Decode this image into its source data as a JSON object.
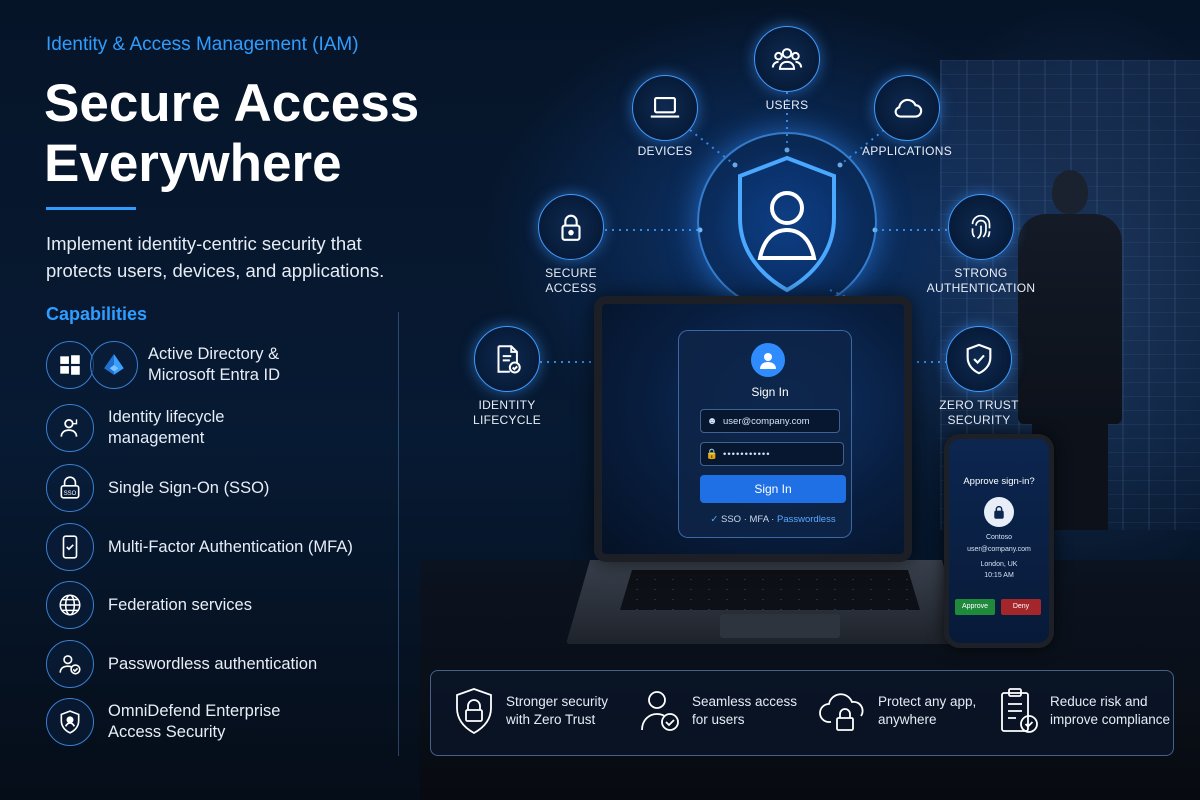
{
  "header": {
    "eyebrow": "Identity & Access Management (IAM)",
    "headline_line1": "Secure Access",
    "headline_line2": "Everywhere",
    "intro": "Implement identity-centric security that protects users, devices, and applications."
  },
  "capabilities": {
    "title": "Capabilities",
    "items": [
      {
        "label_line1": "Active Directory &",
        "label_line2": "Microsoft Entra ID",
        "icons": [
          "windows-icon",
          "entra-icon"
        ]
      },
      {
        "label_line1": "Identity lifecycle",
        "label_line2": "management",
        "icons": [
          "user-sync-icon"
        ]
      },
      {
        "label_line1": "Single Sign-On (SSO)",
        "label_line2": "",
        "icons": [
          "sso-lock-icon"
        ]
      },
      {
        "label_line1": "Multi-Factor Authentication (MFA)",
        "label_line2": "",
        "icons": [
          "phone-check-icon"
        ]
      },
      {
        "label_line1": "Federation services",
        "label_line2": "",
        "icons": [
          "globe-icon"
        ]
      },
      {
        "label_line1": "Passwordless authentication",
        "label_line2": "",
        "icons": [
          "user-check-icon"
        ]
      },
      {
        "label_line1": "OmniDefend Enterprise",
        "label_line2": "Access Security",
        "icons": [
          "shield-user-icon"
        ]
      }
    ]
  },
  "hub": {
    "nodes": {
      "users": "USERS",
      "devices": "DEVICES",
      "applications": "APPLICATIONS",
      "secure_access_1": "SECURE",
      "secure_access_2": "ACCESS",
      "strong_auth_1": "STRONG",
      "strong_auth_2": "AUTHENTICATION",
      "identity_lifecycle_1": "IDENTITY",
      "identity_lifecycle_2": "LIFECYCLE",
      "zero_trust_1": "ZERO TRUST",
      "zero_trust_2": "SECURITY"
    },
    "center_icon": "shield-user-icon"
  },
  "laptop": {
    "title": "Sign In",
    "email": "user@company.com",
    "password": "•••••••••••",
    "button": "Sign In",
    "footer_check": "✓",
    "footer_sso": "SSO",
    "footer_sep": "·",
    "footer_mfa": "MFA",
    "footer_pw": "Passwordless"
  },
  "phone": {
    "title": "Approve sign-in?",
    "org": "Contoso",
    "email": "user@company.com",
    "location": "London, UK",
    "time": "10:15 AM",
    "approve": "Approve",
    "deny": "Deny"
  },
  "benefits": [
    {
      "line1": "Stronger security",
      "line2": "with Zero Trust",
      "icon": "shield-lock-icon"
    },
    {
      "line1": "Seamless access",
      "line2": "for users",
      "icon": "user-check-icon"
    },
    {
      "line1": "Protect any app,",
      "line2": "anywhere",
      "icon": "cloud-lock-icon"
    },
    {
      "line1": "Reduce risk and",
      "line2": "improve compliance",
      "icon": "clipboard-check-icon"
    }
  ],
  "colors": {
    "accent": "#2f9dff",
    "background": "#04101f",
    "approve": "#1f8a3c",
    "deny": "#a3262a"
  }
}
